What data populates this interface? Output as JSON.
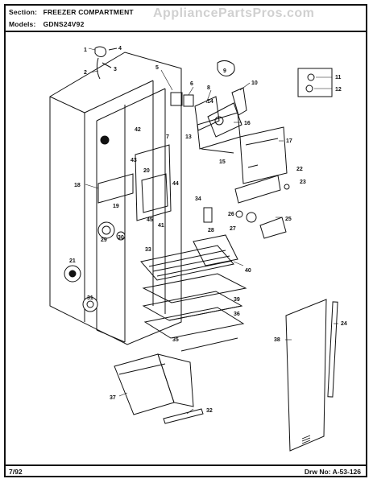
{
  "header": {
    "section_label": "Section:",
    "section_value": "FREEZER COMPARTMENT",
    "models_label": "Models:",
    "models_value": "GDNS24V92"
  },
  "watermark": "AppliancePartsPros.com",
  "footer": {
    "date": "7/92",
    "drawing_label": "Drw No:",
    "drawing_number": "A-53-126"
  },
  "callouts": {
    "c1": "1",
    "c2": "2",
    "c3": "3",
    "c4": "4",
    "c5": "5",
    "c6": "6",
    "c7": "7",
    "c8": "8",
    "c9": "9",
    "c10": "10",
    "c11": "11",
    "c12": "12",
    "c13": "13",
    "c14": "14",
    "c15": "15",
    "c16": "16",
    "c17": "17",
    "c18": "18",
    "c19": "19",
    "c20": "20",
    "c21": "21",
    "c22": "22",
    "c23": "23",
    "c24": "24",
    "c25": "25",
    "c26": "26",
    "c27": "27",
    "c28": "28",
    "c29": "29",
    "c30": "30",
    "c31": "31",
    "c32": "32",
    "c33": "33",
    "c34": "34",
    "c35": "35",
    "c36": "36",
    "c37": "37",
    "c38": "38",
    "c39": "39",
    "c40": "40",
    "c41": "41",
    "c42": "42",
    "c43": "43",
    "c44": "44",
    "c45": "45"
  }
}
